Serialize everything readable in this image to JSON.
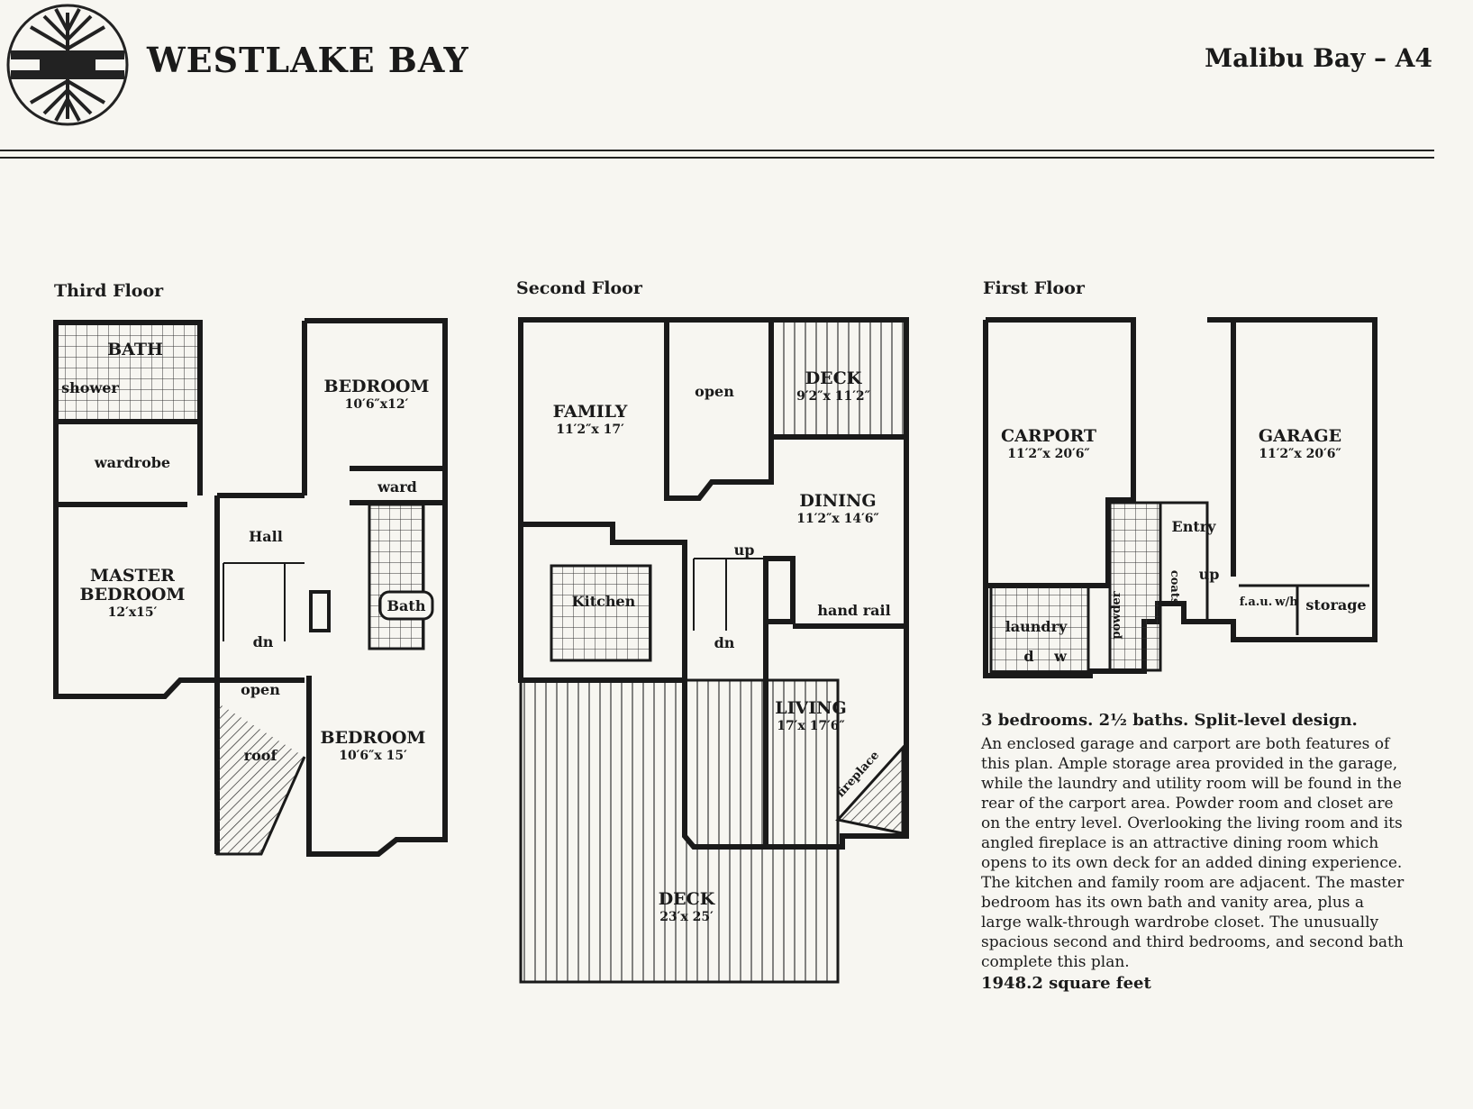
{
  "header": {
    "brand": "WESTLAKE BAY",
    "model": "Malibu Bay – A4"
  },
  "floors": {
    "third": {
      "title": "Third Floor",
      "rooms": {
        "bath": "BATH",
        "shower": "shower",
        "wardrobe": "wardrobe",
        "bedroom1": "BEDROOM",
        "bedroom1_dim": "10′6″x12′",
        "ward": "ward",
        "hall": "Hall",
        "master": "MASTER",
        "master2": "BEDROOM",
        "master_dim": "12′x15′",
        "bath2": "Bath",
        "dn": "dn",
        "open": "open",
        "roof": "roof",
        "bedroom2": "BEDROOM",
        "bedroom2_dim": "10′6″x 15′"
      }
    },
    "second": {
      "title": "Second Floor",
      "rooms": {
        "family": "FAMILY",
        "family_dim": "11′2″x 17′",
        "open": "open",
        "deck_small": "DECK",
        "deck_small_dim": "9′2″x 11′2″",
        "dining": "DINING",
        "dining_dim": "11′2″x 14′6″",
        "up": "up",
        "kitchen": "Kitchen",
        "hand_rail": "hand rail",
        "dn": "dn",
        "living": "LIVING",
        "living_dim": "17′x 17′6″",
        "fireplace": "fireplace",
        "deck_large": "DECK",
        "deck_large_dim": "23′x 25′"
      }
    },
    "first": {
      "title": "First Floor",
      "rooms": {
        "carport": "CARPORT",
        "carport_dim": "11′2″x 20′6″",
        "garage": "GARAGE",
        "garage_dim": "11′2″x 20′6″",
        "entry": "Entry",
        "up": "up",
        "coats": "coats",
        "powder": "powder",
        "laundry": "laundry",
        "d": "d",
        "w": "w",
        "fau": "f.a.u.",
        "wh": "w/h",
        "storage": "storage"
      }
    }
  },
  "description": {
    "headline": "3 bedrooms. 2½ baths. Split-level design.",
    "body": "An enclosed garage and carport are both features of this plan. Ample storage area provided in the garage, while the laundry and utility room will be found in the rear of the carport area. Powder room and closet are on the entry level. Overlooking the living room and its angled fireplace is an attractive dining room which opens to its own deck for an added dining experience. The kitchen and family room are adjacent. The master bedroom has its own bath and vanity area, plus a large walk-through wardrobe closet. The unusually spacious second and third bedrooms, and second bath complete this plan.",
    "sqft": "1948.2 square feet"
  }
}
